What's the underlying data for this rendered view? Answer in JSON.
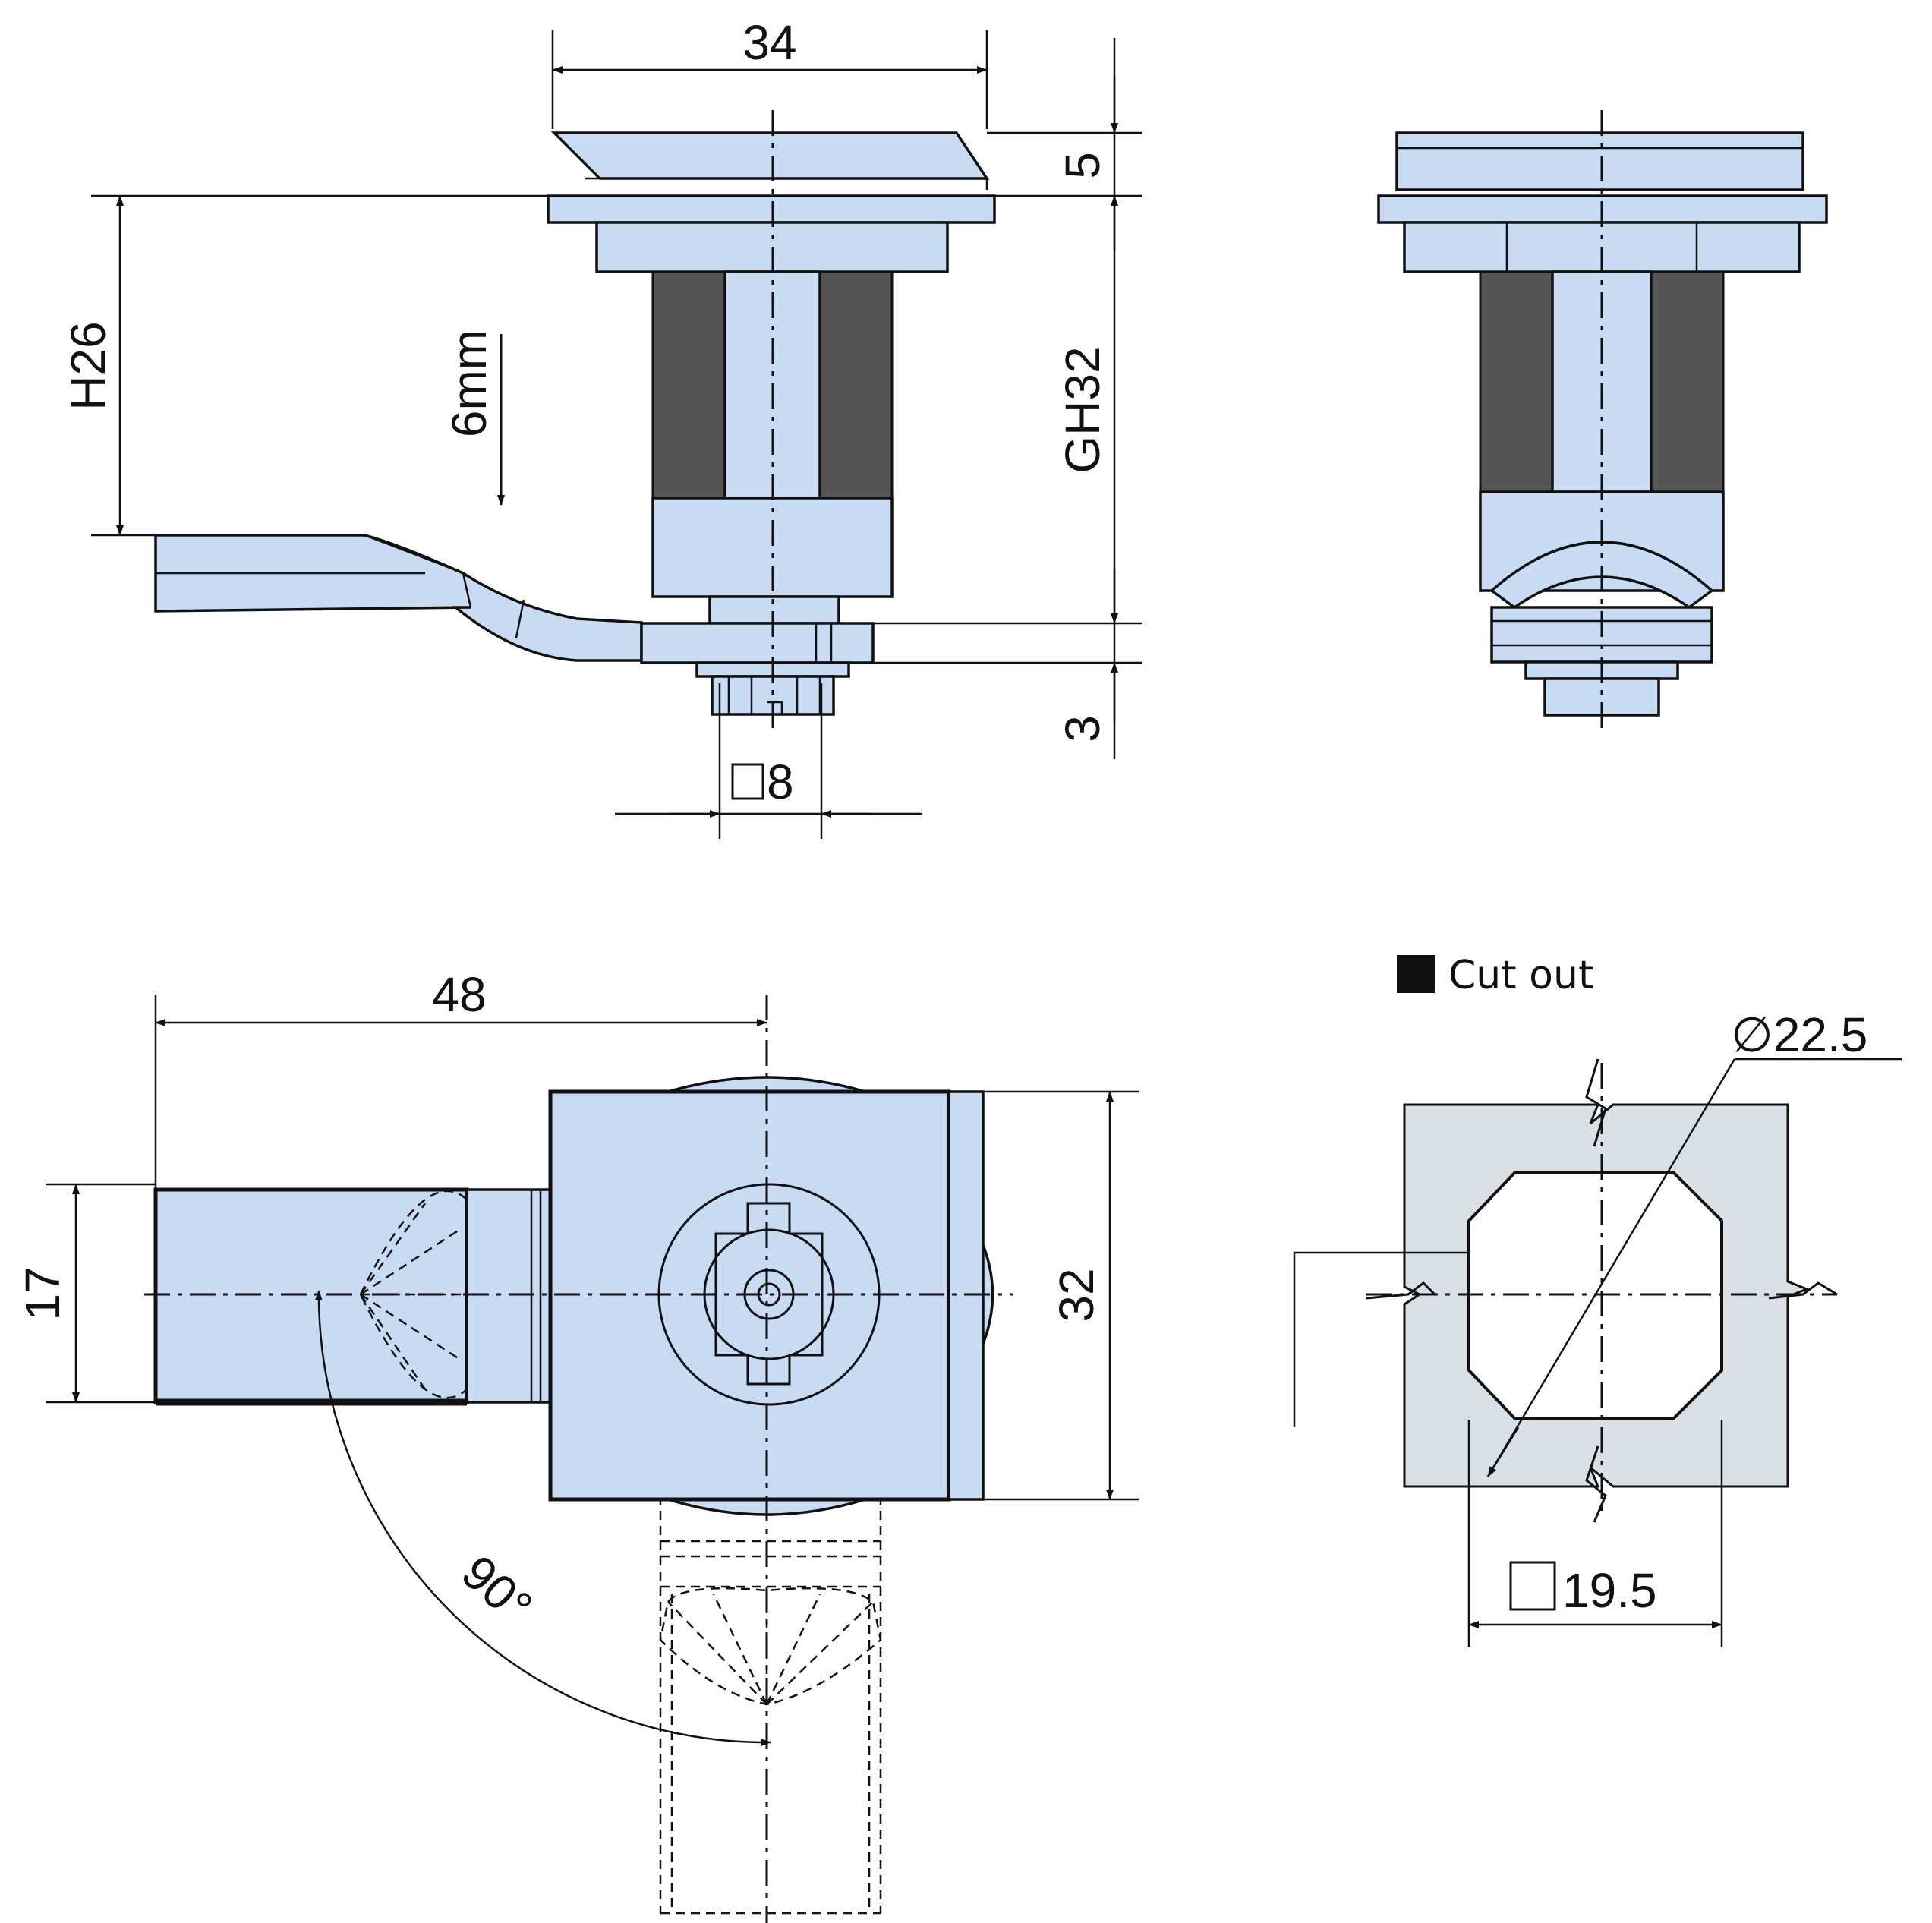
{
  "dimensions": {
    "width_top": "34",
    "flange_height": "5",
    "h": "H26",
    "travel": "6mm",
    "gh": "GH32",
    "thickness": "3",
    "square_drive": "8",
    "cam_length": "48",
    "cam_width": "17",
    "body_height": "32",
    "rotation": "90°",
    "cutout_diameter": "∅22.5",
    "cutout_square": "19.5"
  },
  "cutout": {
    "legend_label": "Cut out"
  },
  "colors": {
    "part_fill": "#c7dbf3",
    "panel_fill": "#d8e0e6",
    "line": "#111111"
  }
}
